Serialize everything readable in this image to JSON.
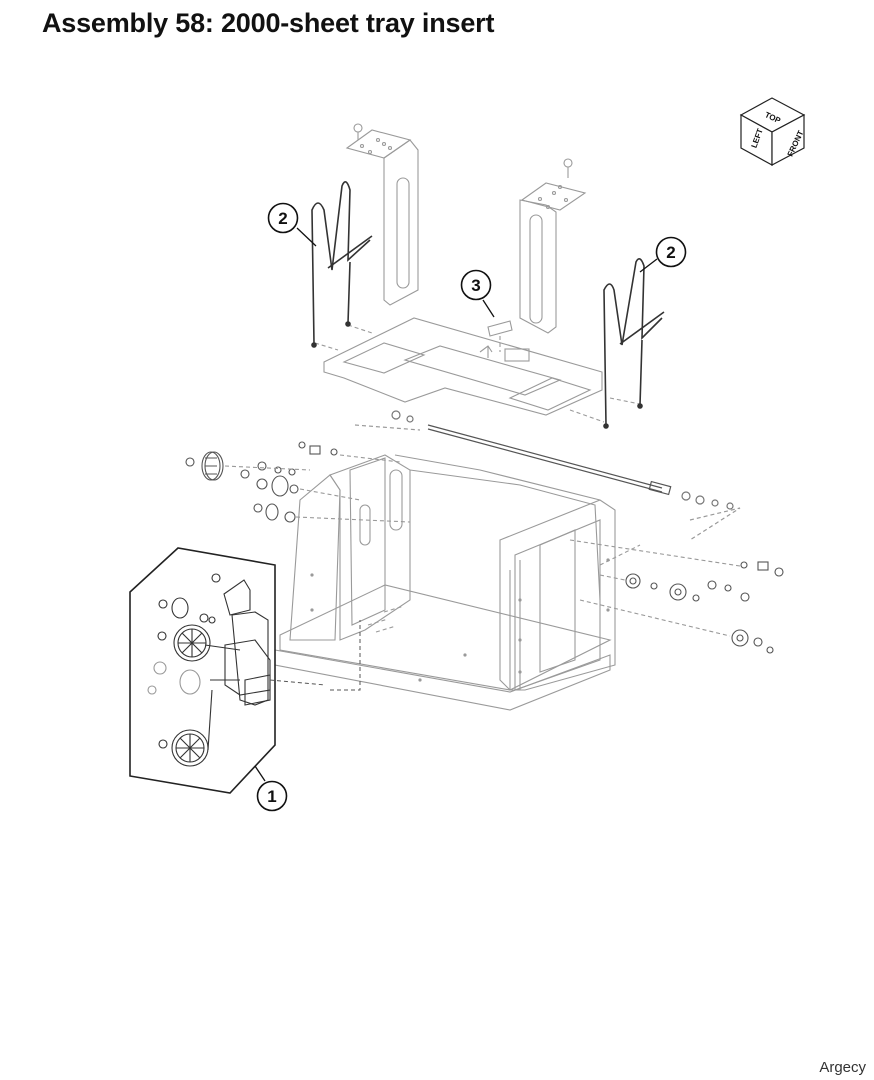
{
  "page": {
    "title": "Assembly 58: 2000-sheet tray insert",
    "footer": "Argecy"
  },
  "orientation_cube": {
    "top": "TOP",
    "left": "LEFT",
    "front": "FRONT"
  },
  "callouts": [
    {
      "id": "1"
    },
    {
      "id": "2"
    },
    {
      "id": "2"
    },
    {
      "id": "3"
    }
  ],
  "colors": {
    "line_dark": "#222222",
    "line_light": "#9a9a9a",
    "text": "#111111"
  }
}
